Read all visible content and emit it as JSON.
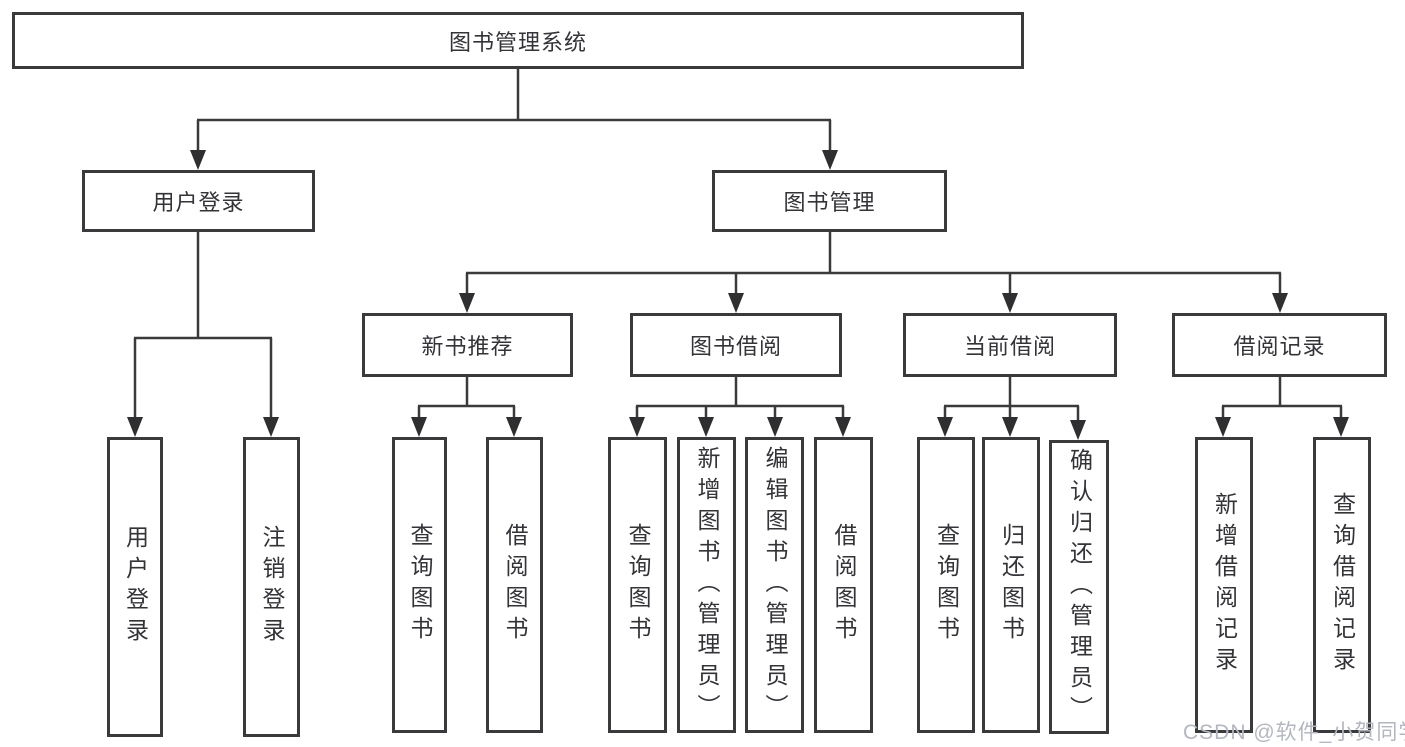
{
  "colors": {
    "line": "#3a3a3c",
    "arrow": "#2f2f31",
    "box_border": "#3a3a3c",
    "text": "#333338",
    "background": "#ffffff",
    "watermark": "#b3b7c0"
  },
  "watermark": {
    "text": "CSDN @软件_小贺同学"
  },
  "tree": {
    "root": {
      "label": "图书管理系统"
    },
    "children": [
      {
        "label": "用户登录",
        "children": [
          {
            "label": "用户登录"
          },
          {
            "label": "注销登录"
          }
        ]
      },
      {
        "label": "图书管理",
        "children": [
          {
            "label": "新书推荐",
            "children": [
              {
                "label": "查询图书"
              },
              {
                "label": "借阅图书"
              }
            ]
          },
          {
            "label": "图书借阅",
            "children": [
              {
                "label": "查询图书"
              },
              {
                "label": "新增图书（管理员）"
              },
              {
                "label": "编辑图书（管理员）"
              },
              {
                "label": "借阅图书"
              }
            ]
          },
          {
            "label": "当前借阅",
            "children": [
              {
                "label": "查询图书"
              },
              {
                "label": "归还图书"
              },
              {
                "label": "确认归还（管理员）"
              }
            ]
          },
          {
            "label": "借阅记录",
            "children": [
              {
                "label": "新增借阅记录"
              },
              {
                "label": "查询借阅记录"
              }
            ]
          }
        ]
      }
    ]
  }
}
